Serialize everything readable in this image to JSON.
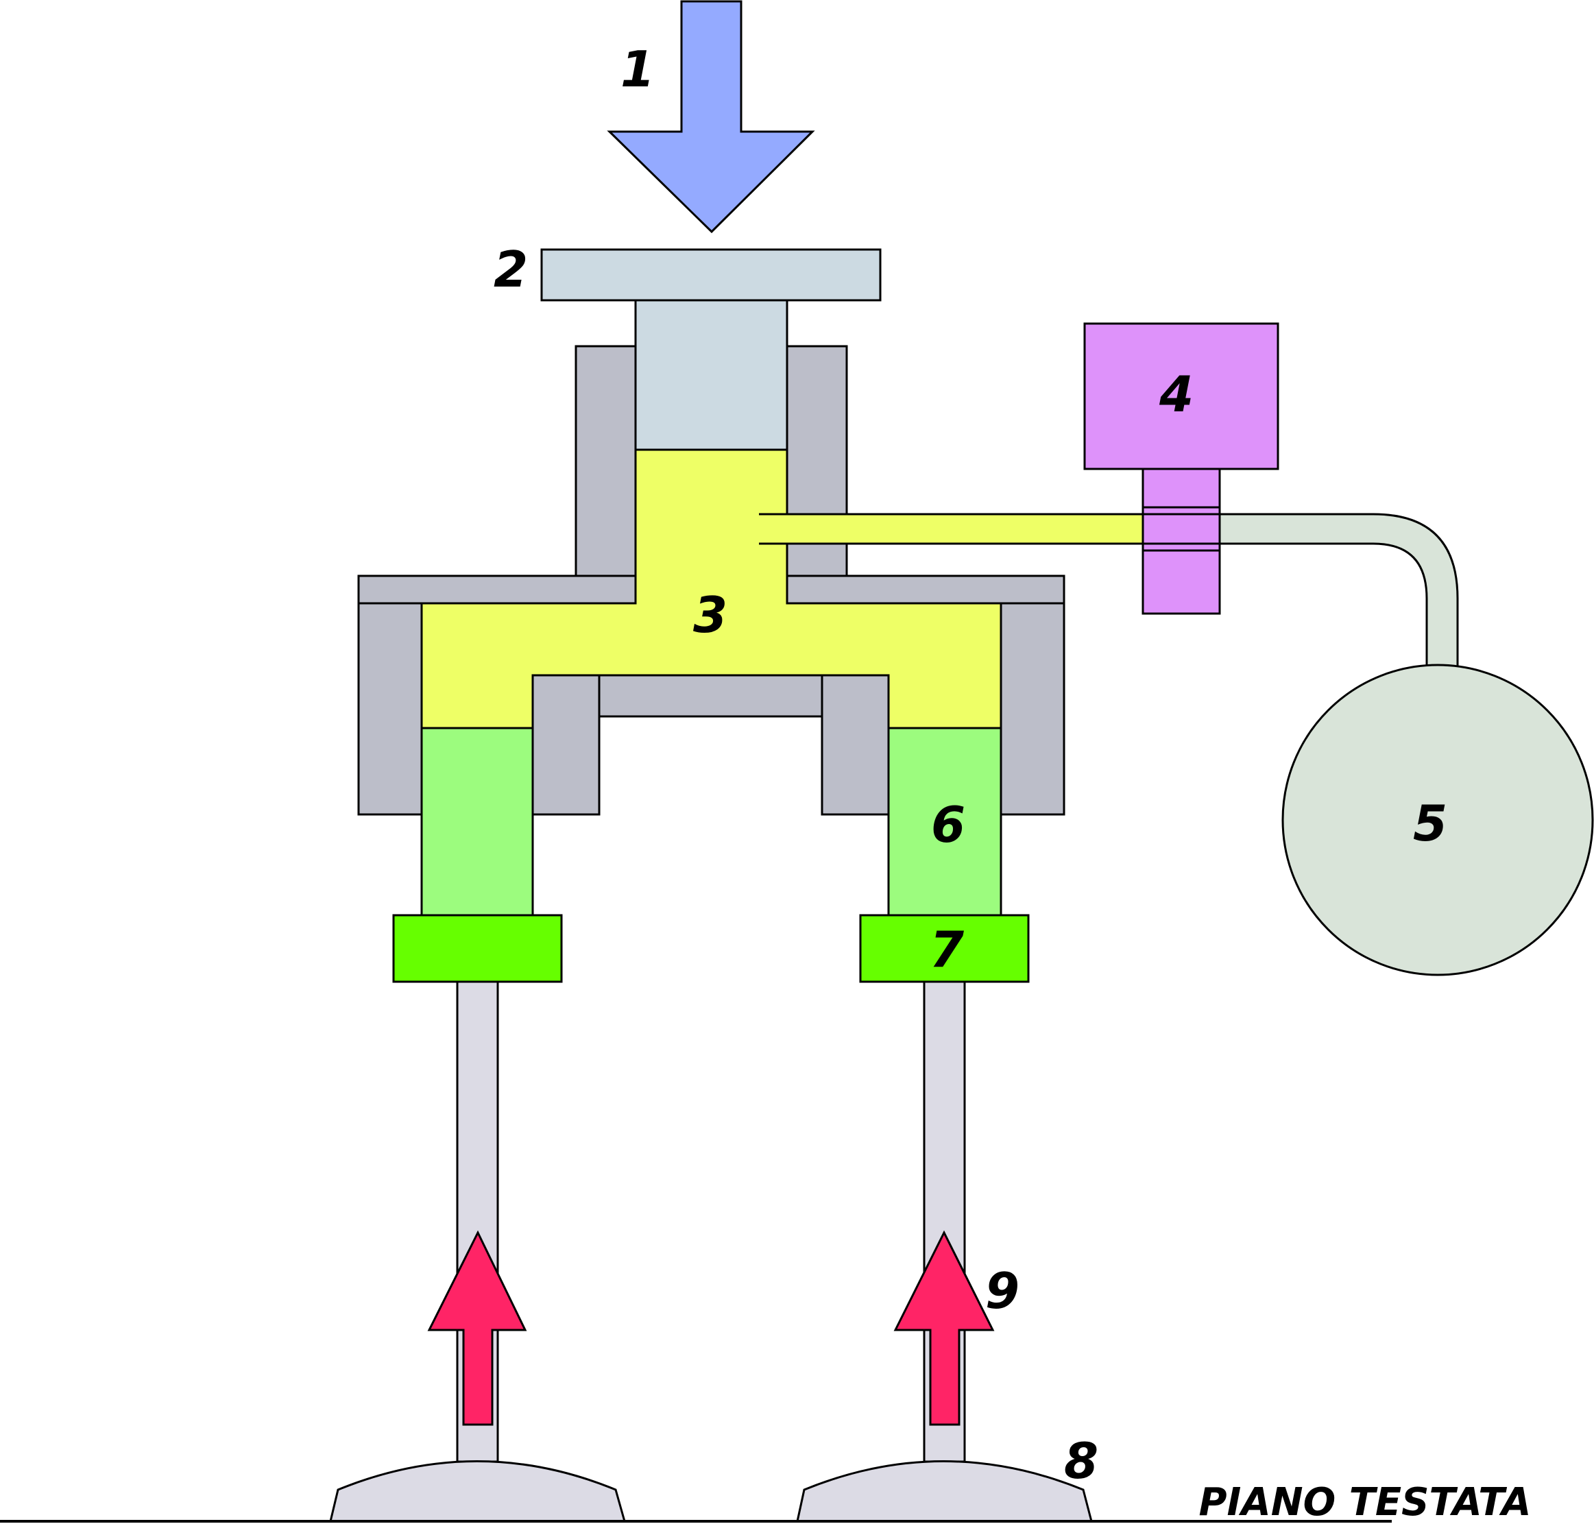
{
  "labels": {
    "n1": "1",
    "n2": "2",
    "n3": "3",
    "n4": "4",
    "n5": "5",
    "n6": "6",
    "n7": "7",
    "n8": "8",
    "n9": "9",
    "piano_testata": "PIANO TESTATA"
  },
  "colors": {
    "input_arrow": "#94aaff",
    "piston": "#ccdae2",
    "housing": "#bcbec9",
    "oil": "#eeff66",
    "actuator": "#de92fa",
    "accumulator": "#d9e4d9",
    "plunger": "#9cfc7e",
    "tappet": "#66ff00",
    "valve": "#dcdbe5",
    "valve_arrow": "#ff2466"
  }
}
